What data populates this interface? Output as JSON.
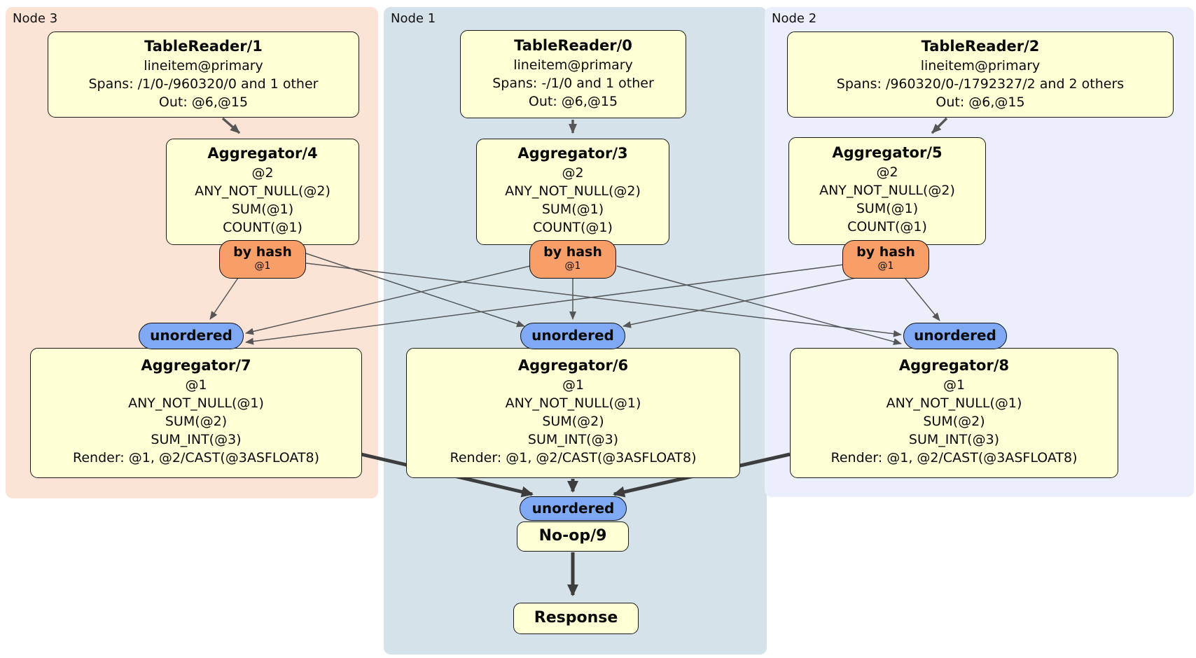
{
  "colors": {
    "panel_node3_bg": "#fbe3d6",
    "panel_node1_bg": "#d5e2ea",
    "panel_node2_bg": "#eaeffb",
    "plan_box_bg": "#ffffd6",
    "hash_router_bg": "#f89e69",
    "sync_oval_bg": "#7fa9f5",
    "edge_color": "#565656"
  },
  "groups": {
    "node3": {
      "label": "Node 3",
      "tablereader": {
        "title": "TableReader/1",
        "lines": [
          "lineitem@primary",
          "Spans: /1/0-/960320/0 and 1 other",
          "Out: @6,@15"
        ]
      },
      "aggregator_top": {
        "title": "Aggregator/4",
        "lines": [
          "@2",
          "ANY_NOT_NULL(@2)",
          "SUM(@1)",
          "COUNT(@1)"
        ]
      },
      "router": {
        "title": "by hash",
        "subtitle": "@1"
      },
      "sync": {
        "label": "unordered"
      },
      "aggregator_bottom": {
        "title": "Aggregator/7",
        "lines": [
          "@1",
          "ANY_NOT_NULL(@1)",
          "SUM(@2)",
          "SUM_INT(@3)",
          "Render: @1, @2/CAST(@3ASFLOAT8)"
        ]
      }
    },
    "node1": {
      "label": "Node 1",
      "tablereader": {
        "title": "TableReader/0",
        "lines": [
          "lineitem@primary",
          "Spans: -/1/0 and 1 other",
          "Out: @6,@15"
        ]
      },
      "aggregator_top": {
        "title": "Aggregator/3",
        "lines": [
          "@2",
          "ANY_NOT_NULL(@2)",
          "SUM(@1)",
          "COUNT(@1)"
        ]
      },
      "router": {
        "title": "by hash",
        "subtitle": "@1"
      },
      "sync": {
        "label": "unordered"
      },
      "aggregator_bottom": {
        "title": "Aggregator/6",
        "lines": [
          "@1",
          "ANY_NOT_NULL(@1)",
          "SUM(@2)",
          "SUM_INT(@3)",
          "Render: @1, @2/CAST(@3ASFLOAT8)"
        ]
      },
      "final_sync": {
        "label": "unordered"
      },
      "noop": {
        "title": "No-op/9"
      },
      "response": {
        "title": "Response"
      }
    },
    "node2": {
      "label": "Node 2",
      "tablereader": {
        "title": "TableReader/2",
        "lines": [
          "lineitem@primary",
          "Spans: /960320/0-/1792327/2 and 2 others",
          "Out: @6,@15"
        ]
      },
      "aggregator_top": {
        "title": "Aggregator/5",
        "lines": [
          "@2",
          "ANY_NOT_NULL(@2)",
          "SUM(@1)",
          "COUNT(@1)"
        ]
      },
      "router": {
        "title": "by hash",
        "subtitle": "@1"
      },
      "sync": {
        "label": "unordered"
      },
      "aggregator_bottom": {
        "title": "Aggregator/8",
        "lines": [
          "@1",
          "ANY_NOT_NULL(@1)",
          "SUM(@2)",
          "SUM_INT(@3)",
          "Render: @1, @2/CAST(@3ASFLOAT8)"
        ]
      }
    }
  }
}
